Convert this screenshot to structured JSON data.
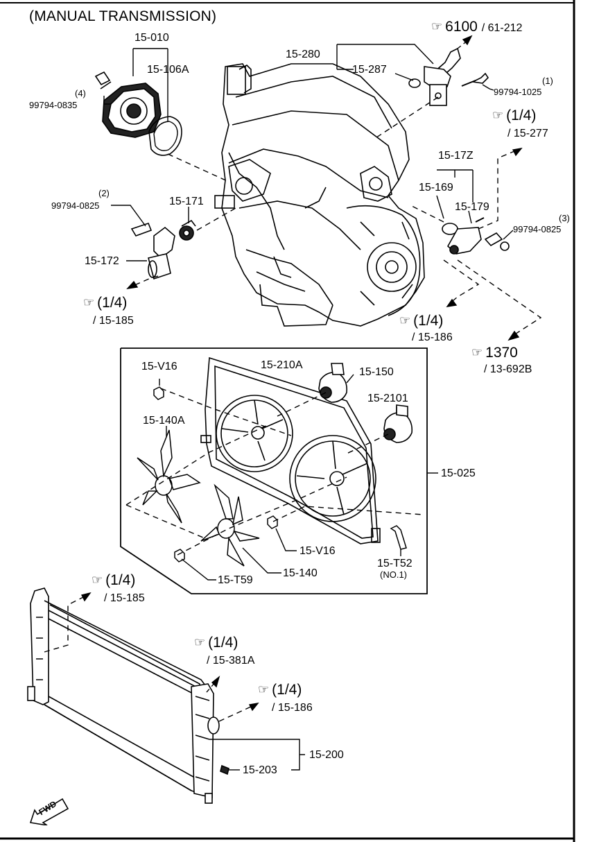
{
  "title": "(MANUAL TRANSMISSION)",
  "parts": {
    "p15_010": "15-010",
    "p15_106A": "15-106A",
    "p99794_0835_qty": "(4)",
    "p99794_0835": "99794-0835",
    "p15_280": "15-280",
    "p15_287": "15-287",
    "p99794_1025_qty": "(1)",
    "p99794_1025": "99794-1025",
    "p15_17Z": "15-17Z",
    "p15_169": "15-169",
    "p15_179": "15-179",
    "p99794_0825a_qty": "(3)",
    "p99794_0825a": "99794-0825",
    "p99794_0825b_qty": "(2)",
    "p99794_0825b": "99794-0825",
    "p15_171": "15-171",
    "p15_172": "15-172",
    "p15_V16a": "15-V16",
    "p15_210A": "15-210A",
    "p15_150": "15-150",
    "p15_2101": "15-2101",
    "p15_140A": "15-140A",
    "p15_025": "15-025",
    "p15_V16b": "15-V16",
    "p15_T52": "15-T52",
    "p15_T52_note": "(NO.1)",
    "p15_T59": "15-T59",
    "p15_140": "15-140",
    "p15_200": "15-200",
    "p15_203": "15-203"
  },
  "refs": {
    "r6100": {
      "main": "6100",
      "sub": "/ 61-212"
    },
    "r15_277": {
      "main": "(1/4)",
      "sub": "/ 15-277"
    },
    "r15_185a": {
      "main": "(1/4)",
      "sub": "/ 15-185"
    },
    "r15_186a": {
      "main": "(1/4)",
      "sub": "/ 15-186"
    },
    "r1370": {
      "main": "1370",
      "sub": "/ 13-692B"
    },
    "r15_185b": {
      "main": "(1/4)",
      "sub": "/ 15-185"
    },
    "r15_381A": {
      "main": "(1/4)",
      "sub": "/ 15-381A"
    },
    "r15_186b": {
      "main": "(1/4)",
      "sub": "/ 15-186"
    }
  },
  "fwd_label": "FWD",
  "icons": {
    "pointer": "pointing-hand-icon",
    "arrow": "fwd-arrow-icon"
  }
}
